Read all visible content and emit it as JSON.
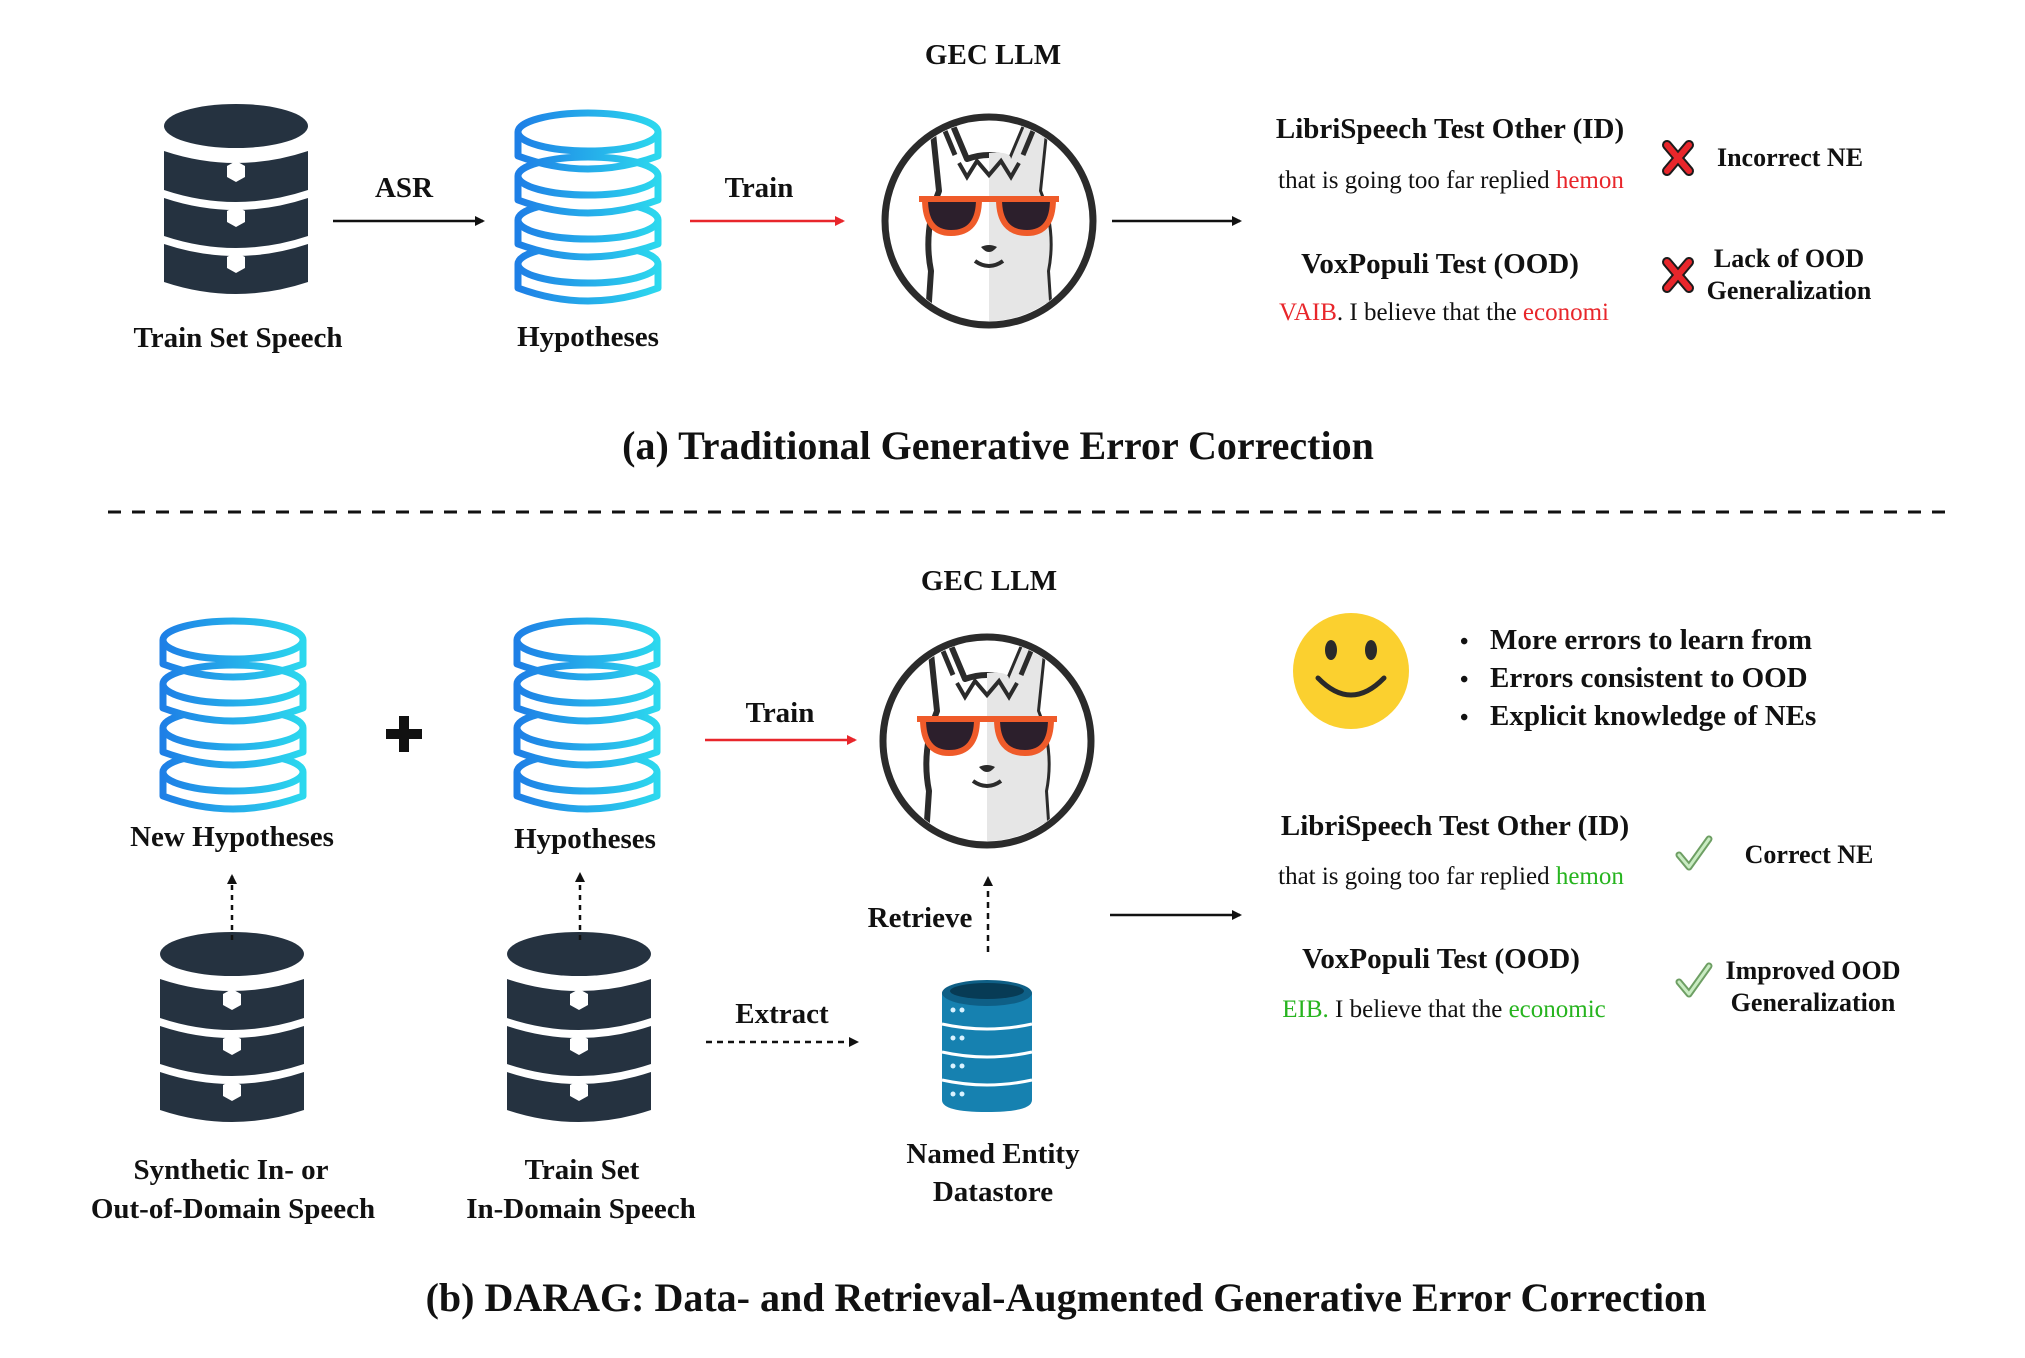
{
  "panel_a": {
    "caption": "(a) Traditional Generative Error Correction",
    "speech_label": "Train Set Speech",
    "arrow_asr": "ASR",
    "hypotheses_label": "Hypotheses",
    "arrow_train": "Train",
    "llm_title": "GEC LLM",
    "id_test": {
      "title": "LibriSpeech Test Other (ID)",
      "text_plain": "that is going too far replied ",
      "text_highlight": "hemon",
      "verdict": "Incorrect NE"
    },
    "ood_test": {
      "title": "VoxPopuli Test (OOD)",
      "text_highlight_1": "VAIB",
      "text_plain": ". I believe that the ",
      "text_highlight_2": "economi",
      "verdict_line1": "Lack of OOD",
      "verdict_line2": "Generalization"
    }
  },
  "panel_b": {
    "caption": "(b) DARAG: Data- and Retrieval-Augmented Generative Error Correction",
    "new_hypotheses_label": "New Hypotheses",
    "hypotheses_label": "Hypotheses",
    "synthetic_speech_line1": "Synthetic In- or",
    "synthetic_speech_line2": "Out-of-Domain Speech",
    "train_speech_line1": "Train Set",
    "train_speech_line2": "In-Domain Speech",
    "arrow_train": "Train",
    "arrow_extract": "Extract",
    "arrow_retrieve": "Retrieve",
    "llm_title": "GEC LLM",
    "datastore_line1": "Named Entity",
    "datastore_line2": "Datastore",
    "benefits": [
      "More errors to learn from",
      "Errors consistent to OOD",
      "Explicit knowledge of NEs"
    ],
    "id_test": {
      "title": "LibriSpeech Test Other (ID)",
      "text_plain": "that is going too far replied ",
      "text_highlight": "hemon",
      "verdict": "Correct NE"
    },
    "ood_test": {
      "title": "VoxPopuli Test (OOD)",
      "text_highlight_1": "EIB.",
      "text_plain": " I believe that the ",
      "text_highlight_2": "economic",
      "verdict_line1": "Improved OOD",
      "verdict_line2": "Generalization"
    }
  },
  "colors": {
    "dark_db": "#253240",
    "gradient_start": "#1e7fe6",
    "gradient_end": "#2cd8ee",
    "error_red": "#e8262b",
    "correct_green": "#27b41f",
    "smiley_yellow": "#fbd02f",
    "datastore_teal": "#1681b0"
  },
  "icons": [
    "database-icon",
    "hypotheses-db-icon",
    "llama-icon",
    "cross-icon",
    "check-icon",
    "smiley-icon",
    "datastore-icon",
    "plus-icon"
  ]
}
